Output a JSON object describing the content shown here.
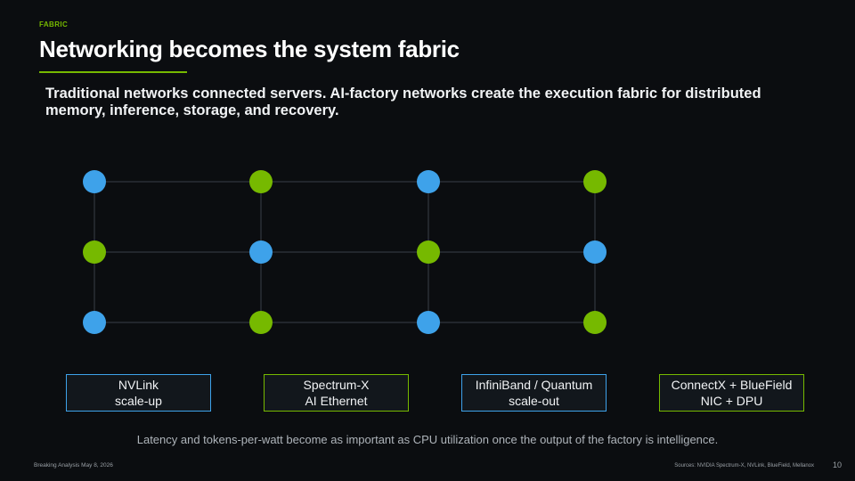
{
  "slide": {
    "eyebrow": "FABRIC",
    "title": "Networking becomes the system fabric",
    "subtitle": "Traditional networks connected servers. AI-factory networks create the execution fabric for distributed memory, inference, storage, and recovery.",
    "accent_color": "#76b900",
    "node_blue": "#3ea2ea",
    "node_green": "#76b900"
  },
  "mesh": {
    "rows": [
      [
        "blue",
        "green",
        "blue",
        "green"
      ],
      [
        "green",
        "blue",
        "green",
        "blue"
      ],
      [
        "blue",
        "green",
        "blue",
        "green"
      ]
    ]
  },
  "boxes": [
    {
      "line1": "NVLink",
      "line2": "scale-up",
      "color": "blue"
    },
    {
      "line1": "Spectrum-X",
      "line2": "AI Ethernet",
      "color": "green"
    },
    {
      "line1": "InfiniBand / Quantum",
      "line2": "scale-out",
      "color": "blue"
    },
    {
      "line1": "ConnectX + BlueField",
      "line2": "NIC + DPU",
      "color": "green"
    }
  ],
  "footnote": "Latency and tokens-per-watt become as important as CPU utilization once the output of the factory is intelligence.",
  "footer": {
    "left": "Breaking Analysis May 8, 2026",
    "sources": "Sources: NVIDIA Spectrum-X, NVLink, BlueField, Mellanox",
    "page_number": "10"
  }
}
